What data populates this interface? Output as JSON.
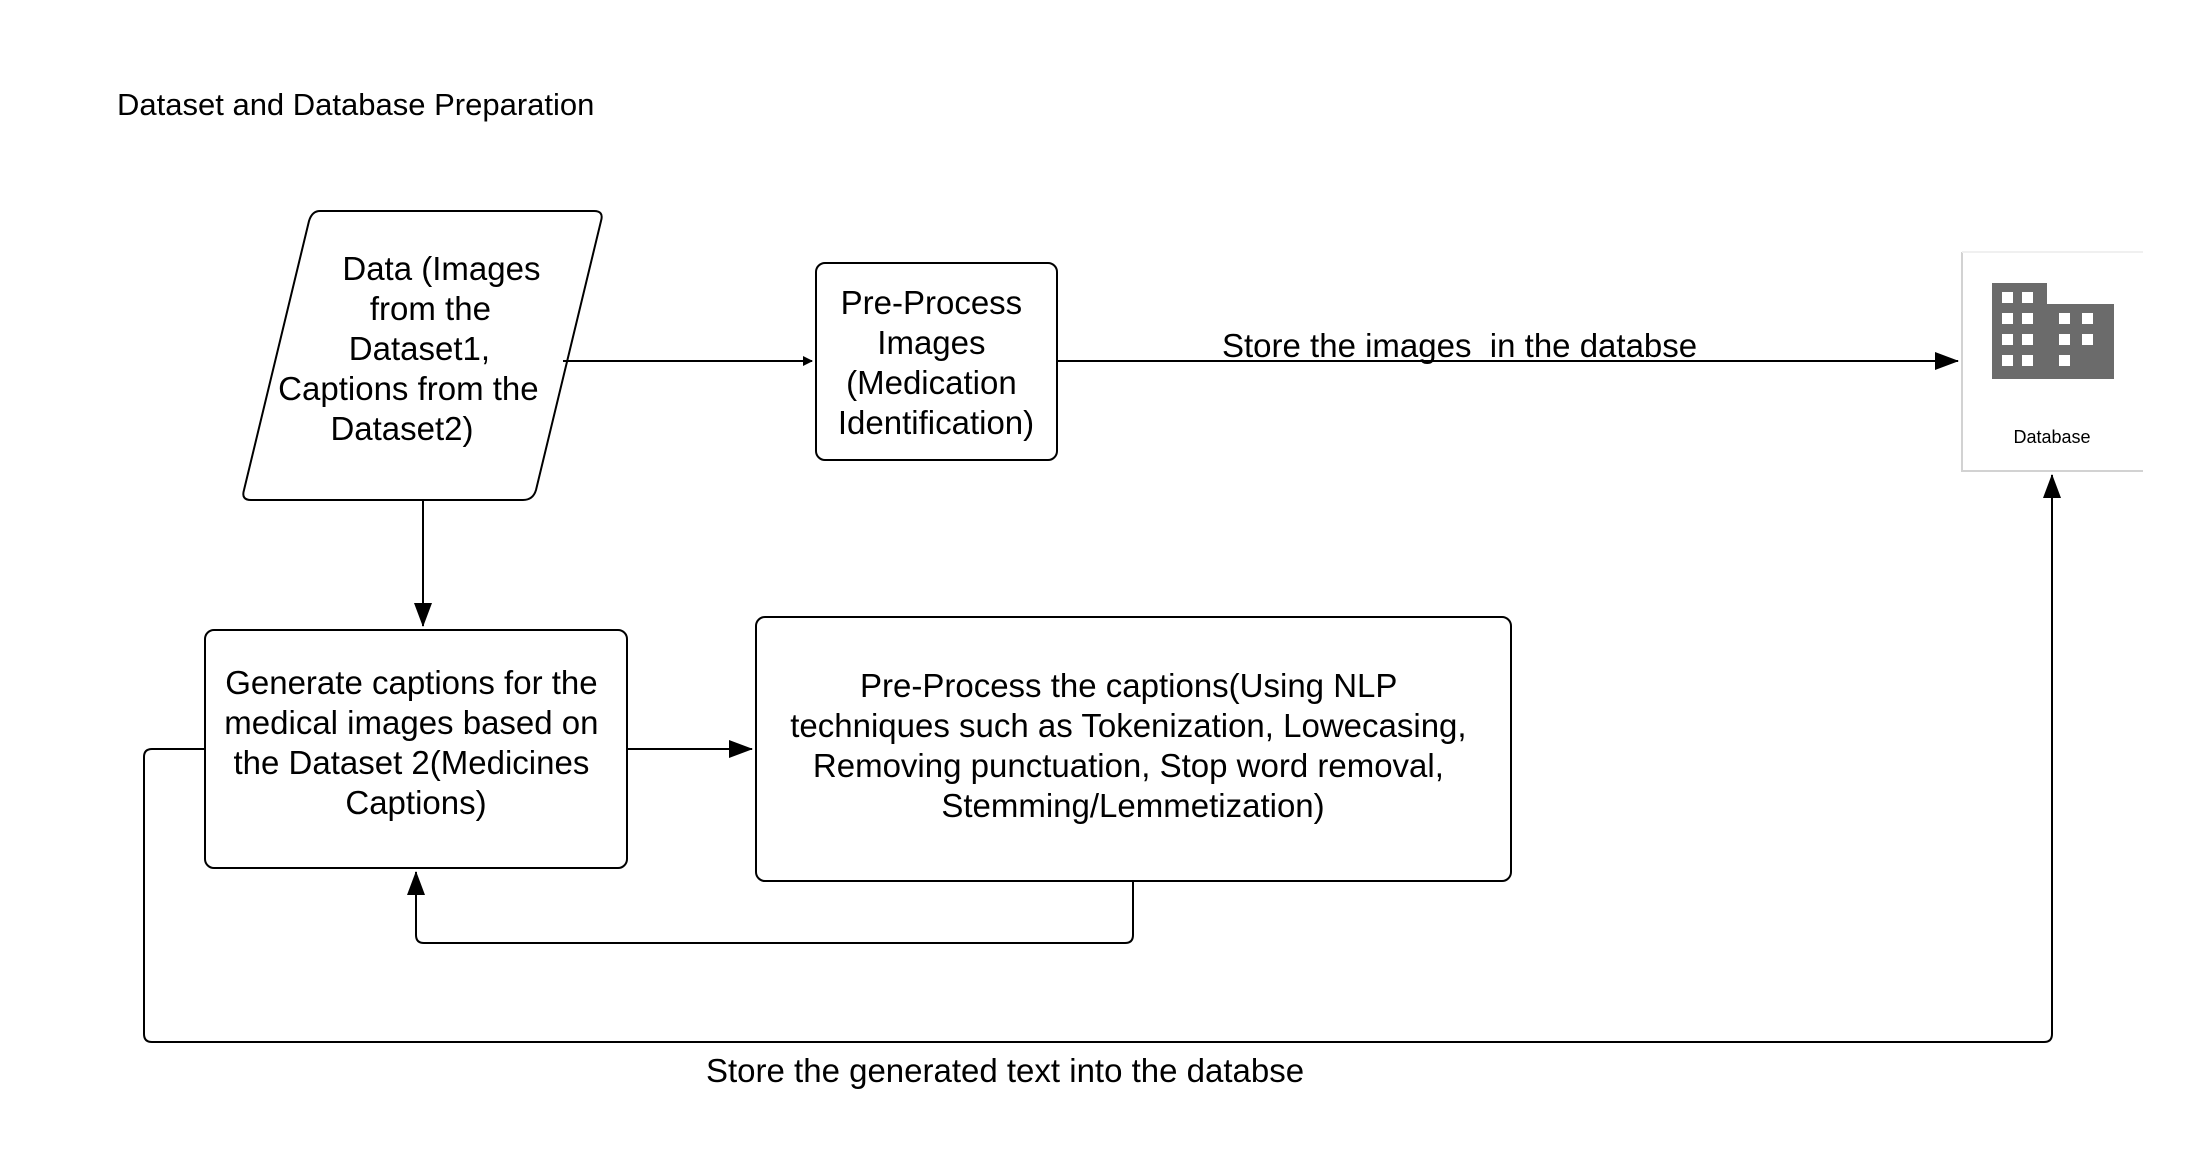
{
  "title": "Dataset and Database Preparation",
  "nodes": {
    "data_input": {
      "shape": "parallelogram",
      "lines": [
        "Data (Images",
        "from the",
        "Dataset1,",
        "Captions from the",
        "Dataset2)"
      ]
    },
    "preprocess_images": {
      "shape": "rounded-rectangle",
      "lines": [
        "Pre-Process",
        "Images",
        "(Medication",
        "Identification)"
      ]
    },
    "generate_captions": {
      "shape": "rounded-rectangle",
      "lines": [
        "Generate captions for the",
        "medical images based on",
        "the Dataset 2(Medicines",
        "Captions)"
      ]
    },
    "preprocess_captions": {
      "shape": "rounded-rectangle",
      "lines": [
        "Pre-Process the captions(Using  NLP",
        "techniques such as Tokenization, Lowecasing,",
        "Removing punctuation, Stop word removal,",
        "Stemming/Lemmetization)"
      ]
    },
    "database": {
      "shape": "database-icon",
      "icon": "building-icon",
      "icon_color": "#6b6b6b",
      "label": "Database"
    }
  },
  "edges": {
    "data_to_images": {
      "from": "data_input",
      "to": "preprocess_images",
      "label": ""
    },
    "images_to_database": {
      "from": "preprocess_images",
      "to": "database",
      "label": "Store the images  in the databse"
    },
    "data_to_captions": {
      "from": "data_input",
      "to": "generate_captions",
      "label": ""
    },
    "captions_to_nlp": {
      "from": "generate_captions",
      "to": "preprocess_captions",
      "label": ""
    },
    "nlp_back_to_captions": {
      "from": "preprocess_captions",
      "to": "generate_captions",
      "label": ""
    },
    "captions_to_database": {
      "from": "generate_captions",
      "to": "database",
      "label": "Store the generated text into the databse"
    }
  }
}
